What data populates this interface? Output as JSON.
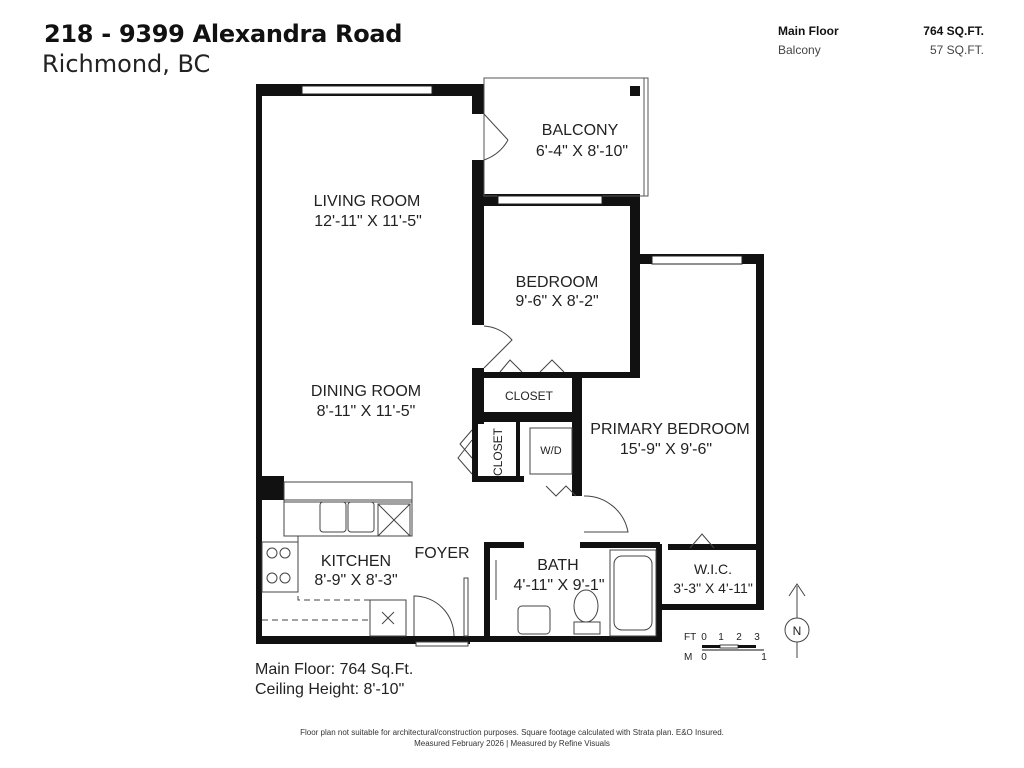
{
  "header": {
    "address": "218 - 9399 Alexandra Road",
    "city": "Richmond, BC"
  },
  "areas": [
    {
      "label": "Main Floor",
      "value": "764 SQ.FT."
    },
    {
      "label": "Balcony",
      "value": "57 SQ.FT."
    }
  ],
  "rooms": {
    "living": {
      "name": "LIVING ROOM",
      "dims": "12'-11\" X 11'-5\""
    },
    "dining": {
      "name": "DINING ROOM",
      "dims": "8'-11\" X 11'-5\""
    },
    "kitchen": {
      "name": "KITCHEN",
      "dims": "8'-9\" X 8'-3\""
    },
    "balcony": {
      "name": "BALCONY",
      "dims": "6'-4\" X 8'-10\""
    },
    "bedroom": {
      "name": "BEDROOM",
      "dims": "9'-6\" X 8'-2\""
    },
    "primary": {
      "name": "PRIMARY BEDROOM",
      "dims": "15'-9\" X 9'-6\""
    },
    "bath": {
      "name": "BATH",
      "dims": "4'-11\" X 9'-1\""
    },
    "wic": {
      "name": "W.I.C.",
      "dims": "3'-3\" X 4'-11\""
    },
    "foyer": {
      "name": "FOYER"
    },
    "closet1": {
      "name": "CLOSET"
    },
    "closet2": {
      "name": "CLOSET"
    },
    "wd": {
      "name": "W/D"
    }
  },
  "scale": {
    "ft_label": "FT",
    "ft_ticks": [
      "0",
      "1",
      "2",
      "3"
    ],
    "m_label": "M",
    "m_ticks": [
      "0",
      "1"
    ]
  },
  "compass": {
    "letter": "N"
  },
  "summary": {
    "main_floor": "Main Floor: 764 Sq.Ft.",
    "ceiling": "Ceiling Height: 8'-10\""
  },
  "disclaimer": {
    "line1": "Floor plan not suitable for architectural/construction purposes. Square footage calculated with Strata plan. E&O Insured.",
    "line2": "Measured February 2026 | Measured by Refine Visuals"
  }
}
